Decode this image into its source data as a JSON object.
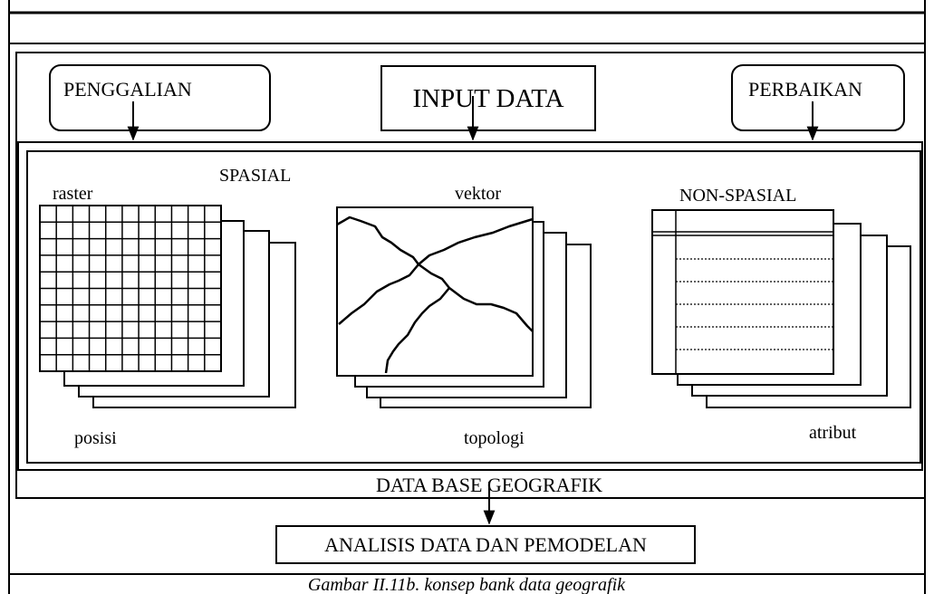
{
  "labels": {
    "penggalian": "PENGGALIAN",
    "input_data": "INPUT DATA",
    "perbaikan": "PERBAIKAN",
    "spasial": "SPASIAL",
    "raster": "raster",
    "vektor": "vektor",
    "non_spasial": "NON-SPASIAL",
    "posisi": "posisi",
    "topologi": "topologi",
    "atribut": "atribut",
    "database": "DATA BASE GEOGRAFIK",
    "analisis": "ANALISIS DATA DAN PEMODELAN",
    "caption": "Gambar II.11b. konsep bank data geografik"
  },
  "colors": {
    "stroke": "#000000",
    "background": "#ffffff"
  }
}
